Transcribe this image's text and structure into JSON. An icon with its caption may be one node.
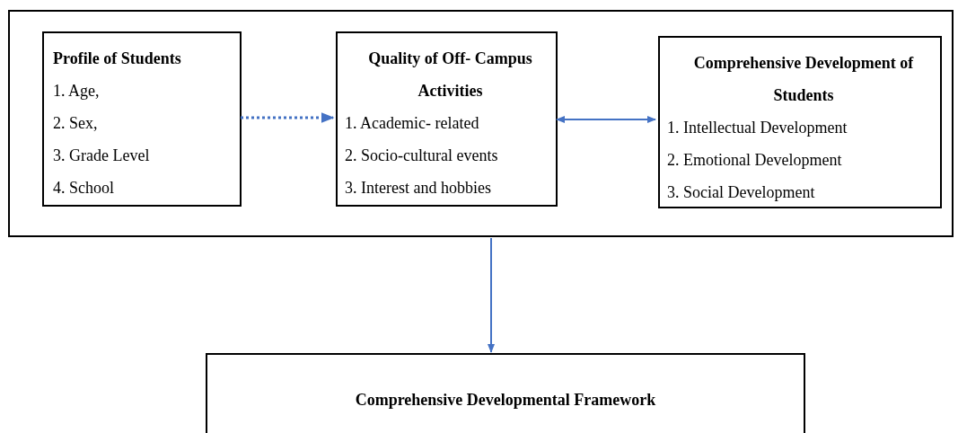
{
  "diagram": {
    "nodes": [
      {
        "text": [],
        "shape": "box"
      },
      {
        "text": [
          "Profile of Students",
          "1. Age,",
          "2. Sex,",
          "3. Grade Level",
          "4. School"
        ],
        "in": 0
      },
      {
        "text": [
          "Quality of Off- Campus Activities",
          "1. Academic- related",
          "2. Socio-cultural events",
          "3. Interest and hobbies"
        ],
        "in": 0
      },
      {
        "text": [
          "Comprehensive Development of Students",
          "1. Intellectual Development",
          "2. Emotional Development",
          "3. Social Development"
        ],
        "in": 0
      },
      {
        "text": [
          "Comprehensive Developmental Framework"
        ]
      }
    ],
    "edges": [
      {
        "from": 1,
        "to": 2,
        "arrow": "to",
        "style": "dashed"
      },
      {
        "from": 2,
        "to": 3,
        "arrow": "both"
      },
      {
        "from": 0,
        "to": 4,
        "arrow": "to"
      }
    ]
  }
}
